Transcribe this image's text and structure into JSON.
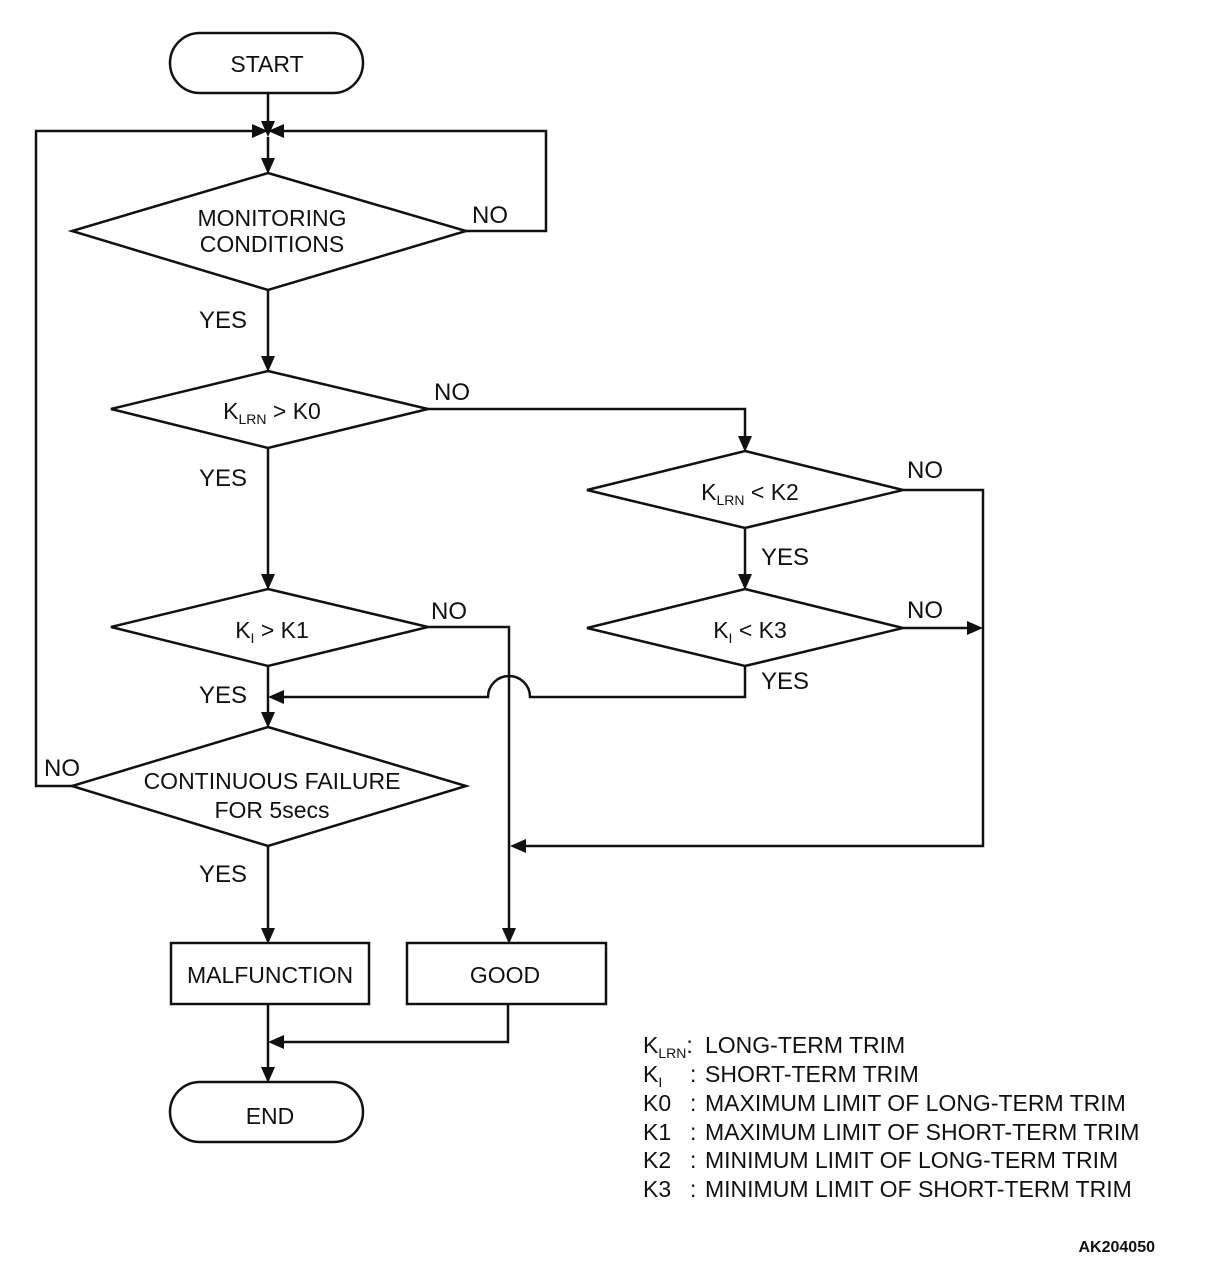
{
  "nodes": {
    "start": "START",
    "monitoring_line1": "MONITORING",
    "monitoring_line2": "CONDITIONS",
    "klrn_gt_k0": {
      "base": "K",
      "sub": "LRN",
      "rest": " > K0"
    },
    "klrn_lt_k2": {
      "base": "K",
      "sub": "LRN",
      "rest": " < K2"
    },
    "ki_gt_k1": {
      "base": "K",
      "sub": "I",
      "rest": " > K1"
    },
    "ki_lt_k3": {
      "base": "K",
      "sub": "I",
      "rest": " < K3"
    },
    "continuous_line1": "CONTINUOUS FAILURE",
    "continuous_line2": "FOR 5secs",
    "malfunction": "MALFUNCTION",
    "good": "GOOD",
    "end": "END"
  },
  "labels": {
    "yes": "YES",
    "no": "NO"
  },
  "legend": [
    {
      "key": "K",
      "sub": "LRN",
      "sep": ":",
      "desc": "LONG-TERM TRIM"
    },
    {
      "key": "K",
      "sub": "I",
      "sep": ":",
      "desc": "SHORT-TERM TRIM"
    },
    {
      "key": "K0",
      "sub": "",
      "sep": ":",
      "desc": "MAXIMUM LIMIT OF LONG-TERM TRIM"
    },
    {
      "key": "K1",
      "sub": "",
      "sep": ":",
      "desc": "MAXIMUM LIMIT OF SHORT-TERM TRIM"
    },
    {
      "key": "K2",
      "sub": "",
      "sep": ":",
      "desc": "MINIMUM LIMIT OF LONG-TERM TRIM"
    },
    {
      "key": "K3",
      "sub": "",
      "sep": ":",
      "desc": "MINIMUM LIMIT OF SHORT-TERM TRIM"
    }
  ],
  "figure_code": "AK204050"
}
